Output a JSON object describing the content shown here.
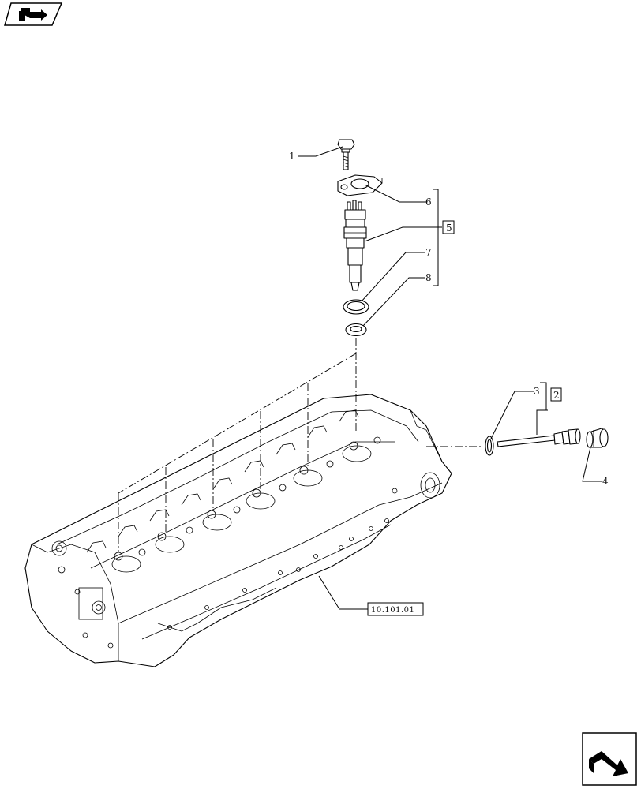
{
  "callouts": {
    "c1": "1",
    "c2": "2",
    "c3": "3",
    "c4": "4",
    "c5": "5",
    "c6": "6",
    "c7": "7",
    "c8": "8"
  },
  "reference": "10.101.01",
  "icons": {
    "top_left": "prev-page-arrow-icon",
    "bottom_right": "next-page-arrow-icon"
  }
}
